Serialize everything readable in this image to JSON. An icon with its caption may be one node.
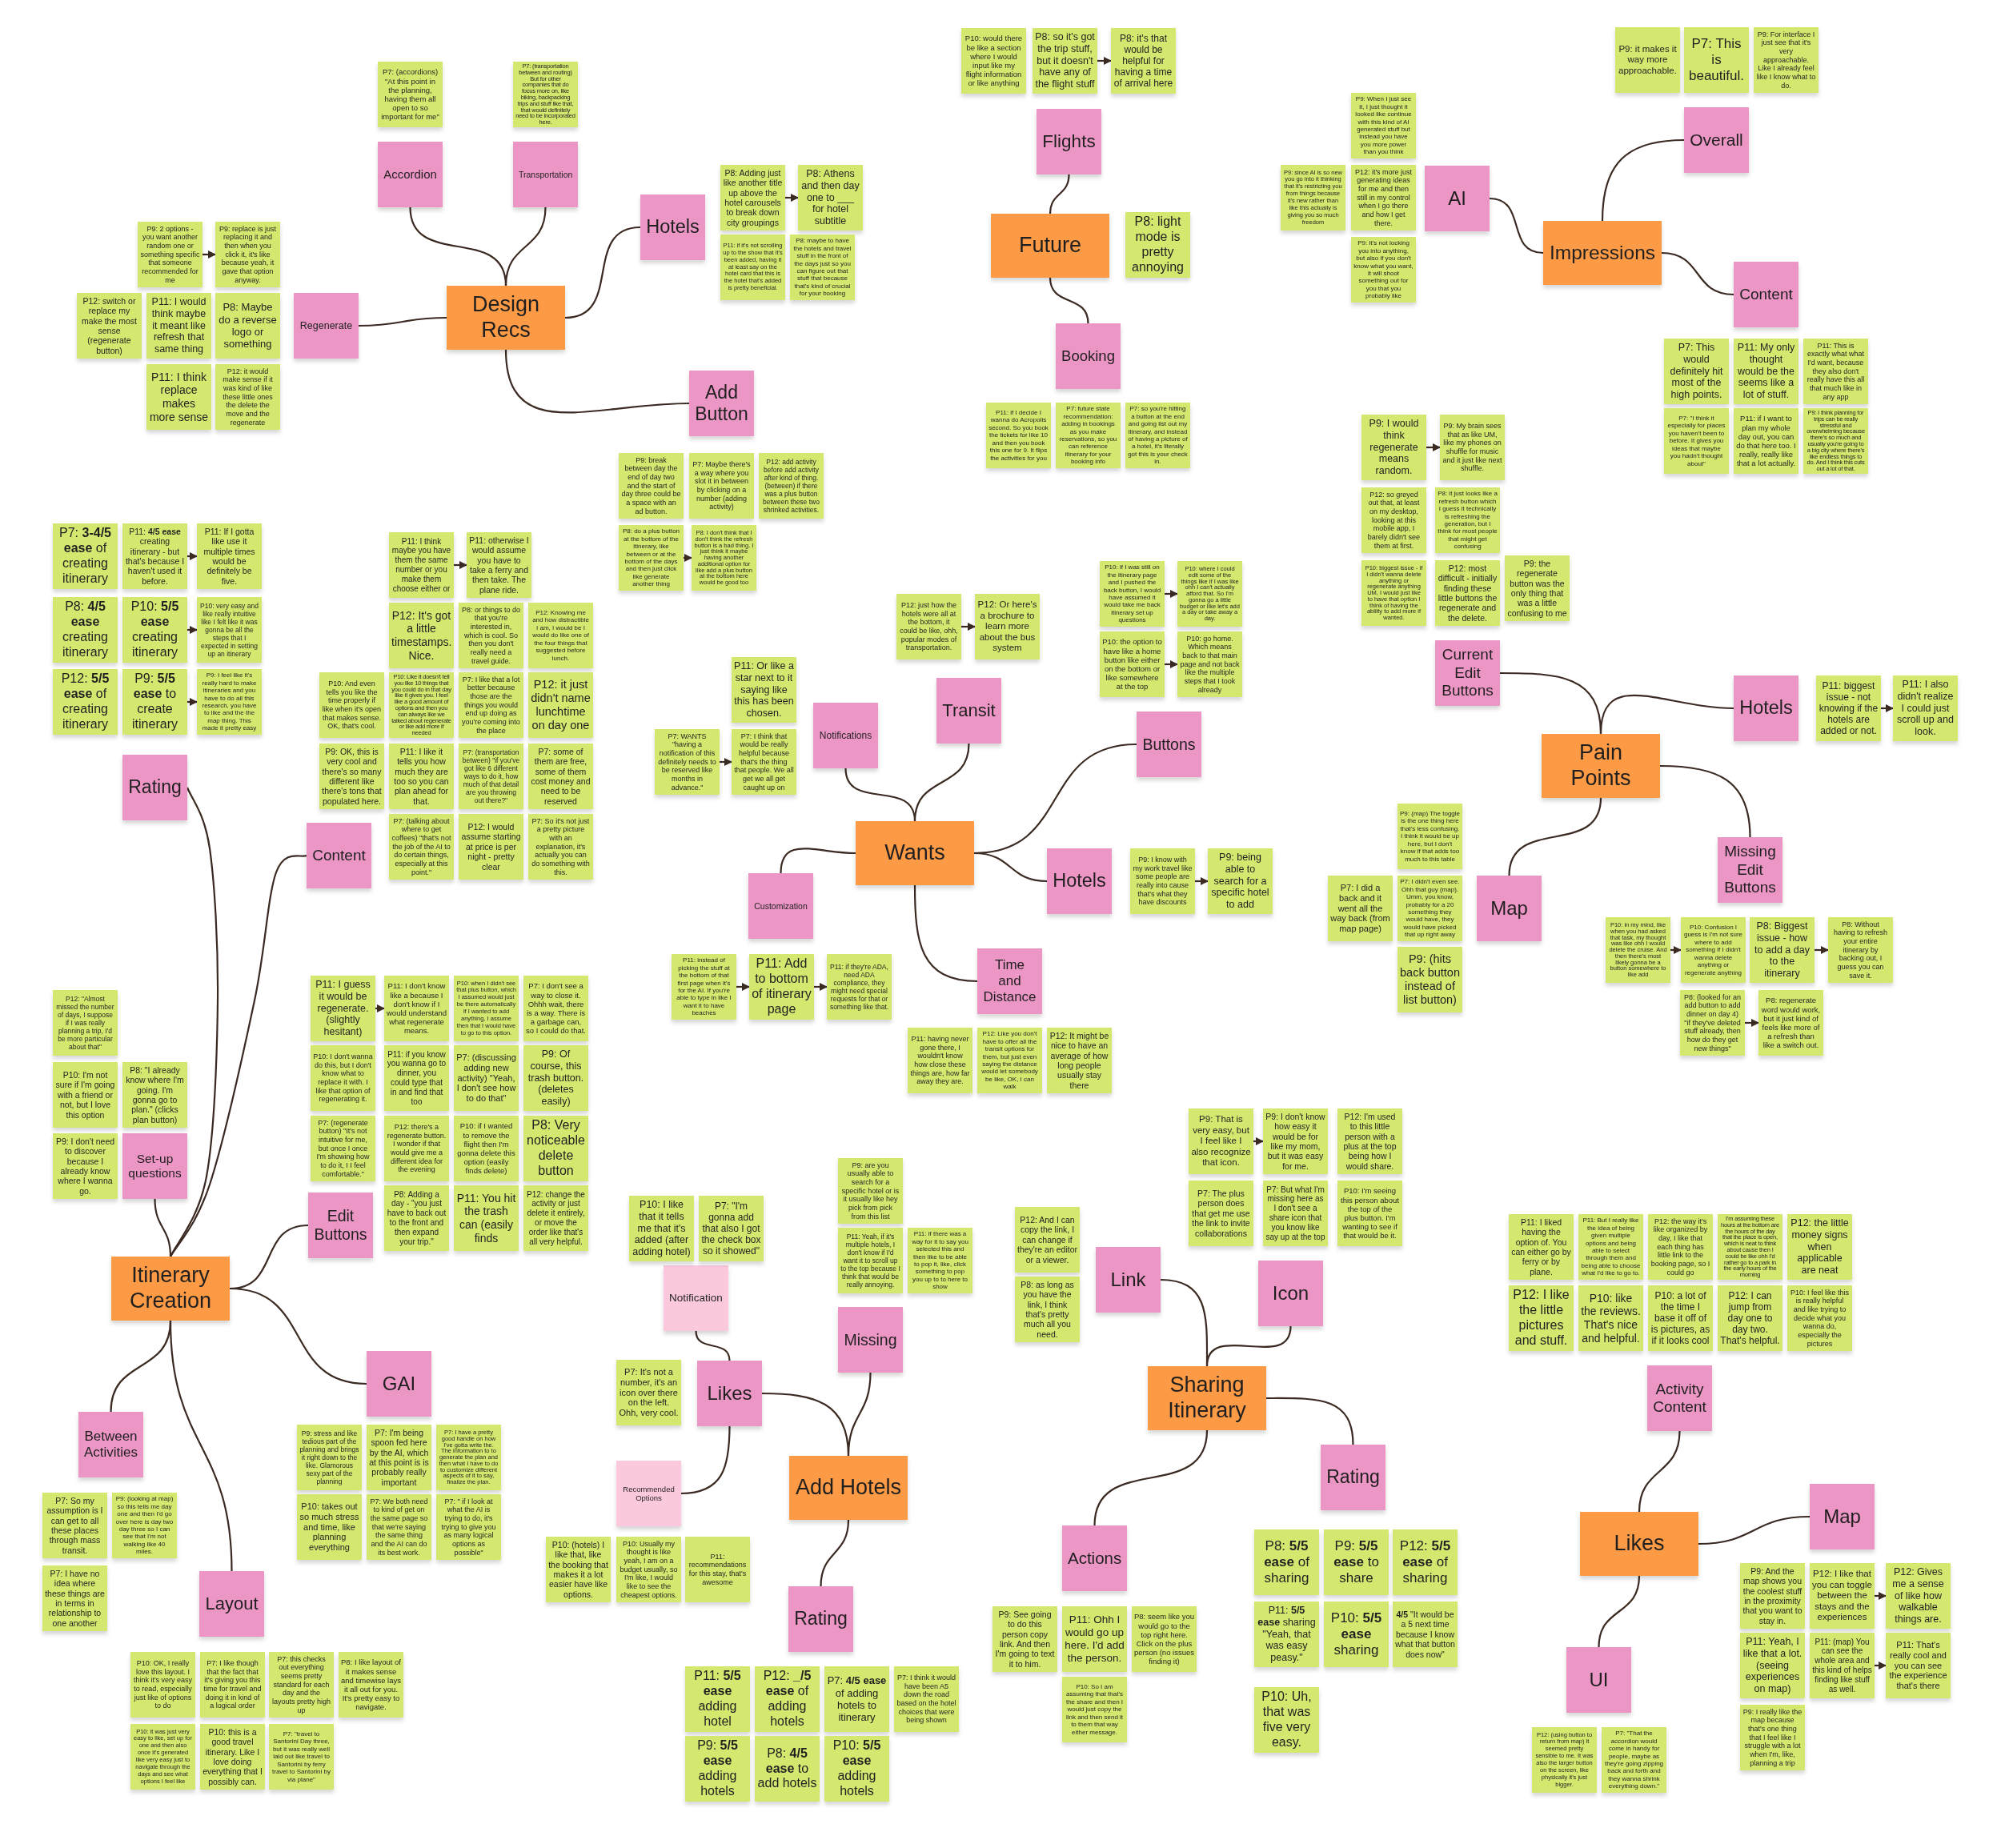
{
  "diagram": {
    "nodes": [
      {
        "text": [
          "Design Recs"
        ]
      },
      {
        "text": [
          "Accordion"
        ]
      },
      {
        "text": [
          "P7: (accordions) \"At this point in the planning, having them all open to so important for me\""
        ]
      },
      {
        "text": [
          "Transportation"
        ]
      },
      {
        "text": [
          "P7: (transportation between and routing) But for other companies that do focus more on, like biking, backpacking trips and stuff like that, that would definitely need to be incorporated here."
        ]
      },
      {
        "text": [
          "Hotels"
        ]
      },
      {
        "text": [
          "P8: Adding just like another title up above the hotel carousels to break down city groupings"
        ]
      },
      {
        "text": [
          "P8: Athens and then day one to ___ for hotel subtitle"
        ]
      },
      {
        "text": [
          "P11: if it's not scrolling up to the show that it's been added, having it at least say on the hotel card that this is the hotel that's added is pretty beneficial."
        ]
      },
      {
        "text": [
          "P8: maybe to have the hotels and travel stuff in the front of the days just so you can figure out that stuff that because that's kind of crucial for your booking"
        ]
      },
      {
        "text": [
          "Regenerate"
        ]
      },
      {
        "text": [
          "P9: 2 options - you want another random one or something specific that someone recommended for me"
        ]
      },
      {
        "text": [
          "P9: replace is just replacing it and then when you click it, it's like because yeah, it gave that option anyway."
        ]
      },
      {
        "text": [
          "P12: switch or replace my make the most sense (regenerate button)"
        ]
      },
      {
        "text": [
          "P11: I would think maybe it meant like refresh that same thing"
        ]
      },
      {
        "text": [
          "P8: Maybe do a reverse logo or something"
        ]
      },
      {
        "text": [
          "P11: I think replace makes more sense"
        ]
      },
      {
        "text": [
          "P12: it would make sense if it was kind of like these little ones the delete the move and the regenerate"
        ]
      },
      {
        "text": [
          "Add Button"
        ]
      },
      {
        "text": [
          "P9: break between day the end of day two and the start of day three could be a space with an ad button."
        ]
      },
      {
        "text": [
          "P7: Maybe there's a way where you slot it in between by clicking on a number (adding activity)"
        ]
      },
      {
        "text": [
          "P12: add activity before add activity after kind of thing. (between) if there was a plus button between these two shrinked activities."
        ]
      },
      {
        "text": [
          "P8: do a plus button at the bottom of the itinerary, like between or at the bottom of the days and then just click like generate another thing"
        ]
      },
      {
        "text": [
          "P8: I don't think that I don't think the refresh button is a bad thing. I just think it maybe having another additional option for like add a plus button at the bottom here would be good too"
        ]
      },
      {
        "text": [
          "Future"
        ]
      },
      {
        "text": [
          "P8: light mode is pretty annoying"
        ]
      },
      {
        "text": [
          "Flights"
        ]
      },
      {
        "text": [
          "P10: would there be like a section where I would input like my flight information or like anything"
        ]
      },
      {
        "text": [
          "P8: so it's got the trip stuff, but it doesn't have any of the flight stuff"
        ]
      },
      {
        "text": [
          "P8: it's that would be helpful for having a time of arrival here"
        ]
      },
      {
        "text": [
          "Booking"
        ]
      },
      {
        "text": [
          "P11: if I decide I wanna do Acropolis second. So you book the tickets for like 10 and then you book this one for 9. It flips the activities for you"
        ]
      },
      {
        "text": [
          "P7: future state recommendation: adding in bookings as you make reservations, so you can reference itinerary for your booking info"
        ]
      },
      {
        "text": [
          "P7: so you're hitting a button at the end and going list out my itinerary, and instead of having a picture of a hotel, it's literally got this is your check in."
        ]
      },
      {
        "text": [
          "Impressions"
        ]
      },
      {
        "text": [
          "Overall"
        ]
      },
      {
        "text": [
          "P9: it makes it way more approachable."
        ]
      },
      {
        "text": [
          "P7: This is beautiful."
        ]
      },
      {
        "text": [
          "P9: For interface I just see that it's very approachable. Like I already feel like I know what to do."
        ]
      },
      {
        "text": [
          "AI"
        ]
      },
      {
        "text": [
          "P9: since AI is so new you go into it thinking that it's restricting you from things because it's new rather than like this actually is giving you so much freedom"
        ]
      },
      {
        "text": [
          "P9: When I just see it, I just thought it looked like continue with this kind of AI generated stuff but instead you have you more power than you think"
        ]
      },
      {
        "text": [
          "P12: it's more just generating ideas for me and then still in my control when I go there and how I get there."
        ]
      },
      {
        "text": [
          "P9: It's not locking you into anything, but also if you don't know what you want, it will shoot something out for you that you probably like"
        ]
      },
      {
        "text": [
          "Content"
        ]
      },
      {
        "text": [
          "P7: This would definitely hit most of the high points."
        ]
      },
      {
        "text": [
          "P11: My only thought would be the seems like a lot of stuff."
        ]
      },
      {
        "text": [
          "P11: This is exactly what what I'd want, because they also don't really have this all that much like in any app"
        ]
      },
      {
        "text": [
          "P7: \"I think it especially for places you haven't been to before. It gives you ideas that maybe you hadn't thought about\""
        ]
      },
      {
        "text": [
          "P11: if I want to plan my whole day out, you can do that here too. I really, really like that a lot actually."
        ]
      },
      {
        "text": [
          "P9: I think planning for trips can be really stressful and overwhelming because there's so much and usually you're going to a big city where there's like endless things to do. And I think this cuts out a lot of that."
        ]
      },
      {
        "text": [
          "Itinerary Creation"
        ]
      },
      {
        "text": [
          "Rating"
        ]
      },
      {
        "text": [
          "P7: **3-4/5 ease** of creating itinerary"
        ]
      },
      {
        "text": [
          "P11: **4/5 ease** creating itinerary - but that's because I haven't used it before."
        ]
      },
      {
        "text": [
          "P11: If I gotta like use it multiple times would be definitely be five."
        ]
      },
      {
        "text": [
          "P8: **4/5 ease** creating itinerary"
        ]
      },
      {
        "text": [
          "P10: **5/5 ease** creating itinerary"
        ]
      },
      {
        "text": [
          "P10: very easy and like really intuitive like I felt like it was gonna be all the steps that I expected in setting up an itinerary"
        ]
      },
      {
        "text": [
          "P12: **5/5 ease** of creating itinerary"
        ]
      },
      {
        "text": [
          "P9: **5/5 ease** to create itinerary"
        ]
      },
      {
        "text": [
          "P9: I feel like it's really hard to make itineraries and you have to do all this research, you have to like and the the map thing. This made it pretty easy"
        ]
      },
      {
        "text": [
          "Content"
        ]
      },
      {
        "text": [
          "P11: I think maybe you have them the same number or you make them choose either or"
        ]
      },
      {
        "text": [
          "P11: otherwise I would assume you have to take a ferry and then take. The plane ride."
        ]
      },
      {
        "text": [
          "P12: It's got a little timestamps. Nice."
        ]
      },
      {
        "text": [
          "P8: or things to do that you're interested in, which is cool. So then you don't really need a travel guide."
        ]
      },
      {
        "text": [
          "P12: Knowing me and how distractible I am, I would be I would do like one of the four things that suggested before lunch."
        ]
      },
      {
        "text": [
          "P10: And even tells you like the time properly if like when it's open that makes sense. OK, that's cool."
        ]
      },
      {
        "text": [
          "P10: Like it doesn't tell you like 10 things that you could do in that day like it gives you. I feel like a good amount of options and then you can always like we talked about regenerate or like add more if needed"
        ]
      },
      {
        "text": [
          "P7: I like that a lot better because those are the things you would end up doing as you're coming into the place"
        ]
      },
      {
        "text": [
          "P12: it just didn't name lunchtime on day one"
        ]
      },
      {
        "text": [
          "P9: OK, this is very cool and there's so many different like there's tons that populated here."
        ]
      },
      {
        "text": [
          "P11: I like it tells you how much they are too so you can plan ahead for that."
        ]
      },
      {
        "text": [
          "P7: (transportation between) \"if you've got like 6 different ways to do it, how much of that detail are you throwing out there?\""
        ]
      },
      {
        "text": [
          "P7: some of them are free, some of them cost money and need to be reserved"
        ]
      },
      {
        "text": [
          "P7: (talking about where to get coffees) \"that's not the job of the AI to do certain things, especially at this point.\""
        ]
      },
      {
        "text": [
          "P12: I would assume starting at price is per night - pretty clear"
        ]
      },
      {
        "text": [
          "P7: So it's not just a pretty picture with an explanation, it's actually you can do something with this."
        ]
      },
      {
        "text": [
          "Set-up questions"
        ]
      },
      {
        "text": [
          "P12: \"Almost missed the number of days, I suppose if I was really planning a trip, I'd be more particular about that\""
        ]
      },
      {
        "text": [
          "P10: I'm not sure if I'm going with a friend or not, but I love this option"
        ]
      },
      {
        "text": [
          "P8: \"I already know where I'm going. I'm gonna go to plan.\" (clicks plan button)"
        ]
      },
      {
        "text": [
          "P9: I don't need to discover because I already know where I wanna go."
        ]
      },
      {
        "text": [
          "Edit Buttons"
        ]
      },
      {
        "text": [
          "P11: I guess it would be regenerate. (slightly hesitant)"
        ]
      },
      {
        "text": [
          "P11: I don't know like a because I don't know if I would understand what regenerate means."
        ]
      },
      {
        "text": [
          "P10: when I didn't see that plus button, which I assumed would just be there automatically if I wanted to add anything, I assume then that I would have to go to this option."
        ]
      },
      {
        "text": [
          "P7: I don't see a way to close it. Ohhh wait, there is a way. There is a garbage can, so I could do that."
        ]
      },
      {
        "text": [
          "P10: I don't wanna do this, but I don't know what to replace it with. I like that option of regenerating it."
        ]
      },
      {
        "text": [
          "P11: if you know you wanna go to dinner, you could type that in and find that too"
        ]
      },
      {
        "text": [
          "P7: (discussing adding new activity) \"Yeah, I don't see how to do that\""
        ]
      },
      {
        "text": [
          "P9: Of course, this trash button. (deletes easily)"
        ]
      },
      {
        "text": [
          "P7: (regenerate button) \"It's not intuitive for me, but once I once I'm showing how to do it, I I feel comfortable.\""
        ]
      },
      {
        "text": [
          "P12: there's a regenerate button. I wonder if that would give me a different idea for the evening"
        ]
      },
      {
        "text": [
          "P10: if I wanted to remove the flight then I'm gonna delete this option (easily finds delete)"
        ]
      },
      {
        "text": [
          "P8: Very noticeable delete button"
        ]
      },
      {
        "text": [
          "P8: Adding a day - \"you just have to back out to the front and then expand your trip.\""
        ]
      },
      {
        "text": [
          "P11: You hit the trash can (easily finds"
        ]
      },
      {
        "text": [
          "P12: change the activity or just delete it entirely, or move the order like that's all very helpful."
        ]
      },
      {
        "text": [
          "GAI"
        ]
      },
      {
        "text": [
          "P9: stress and like tedious part of the planning and brings it right down to the like. Glamorous sexy part of the planning"
        ]
      },
      {
        "text": [
          "P7: I'm being spoon fed here by the AI, which at this point is is probably really important"
        ]
      },
      {
        "text": [
          "P7: I have a pretty good handle on how I've gotta write the. The information to to generate the plan and then what I have to do to customize different aspects of it to say, finalize the plan."
        ]
      },
      {
        "text": [
          "P10: takes out so much stress and time, like planning everything"
        ]
      },
      {
        "text": [
          "P7: We both need to kind of get on the same page so that we're saying the same thing and the AI can do its best work."
        ]
      },
      {
        "text": [
          "P7: \" if I look at what the AI is trying to do, it's trying to give you as many logical options as possible\""
        ]
      },
      {
        "text": [
          "Between Activities"
        ]
      },
      {
        "text": [
          "P7: So my assumption is I can get to all these places through mass transit."
        ]
      },
      {
        "text": [
          "P9: (looking at map) so this tells me day one and then I'd go over here is day two day three so I can see that I'm not walking like 40 miles."
        ]
      },
      {
        "text": [
          "P7: I have no idea where these things are in terms in relationship to one another"
        ]
      },
      {
        "text": [
          "Layout"
        ]
      },
      {
        "text": [
          "P10: OK, I really love this layout. I think it's very easy to read, especially just like of options to do"
        ]
      },
      {
        "text": [
          "P7: I like though that the fact that it's giving you this time for travel and doing it in kind of a logical order"
        ]
      },
      {
        "text": [
          "P7: this checks out everything seems pretty standard for each day and the layouts pretty high up"
        ]
      },
      {
        "text": [
          "P8: I like layout of it makes sense and timewise lays it all out for you. It's pretty easy to navigate."
        ]
      },
      {
        "text": [
          "P10: it was just very easy to like, set up for one and then also once it's generated like very easy just to navigate through the days and see what options I feel like"
        ]
      },
      {
        "text": [
          "P10: this is a good travel itinerary. Like I love doing everything that I possibly can."
        ]
      },
      {
        "text": [
          "P7: \"travel to Santorini Day three, but it was really well laid out like travel to Santorini by ferry travel to Santorini by via plane\""
        ]
      },
      {
        "text": [
          "Wants"
        ]
      },
      {
        "text": [
          "Notifications"
        ]
      },
      {
        "text": [
          "P11: Or like a star next to it saying like this has been chosen."
        ]
      },
      {
        "text": [
          "P7: WANTS \"having a notification of this definitely needs to be reserved like months in advance.\""
        ]
      },
      {
        "text": [
          "P7: I think that would be really helpful because that's the thing that people. We all get we all get caught up on"
        ]
      },
      {
        "text": [
          "Transit"
        ]
      },
      {
        "text": [
          "P12: just how the hotels were all at the bottom, it could be like, ohh, popular modes of transportation."
        ]
      },
      {
        "text": [
          "P12: Or here's a brochure to learn more about the bus system"
        ]
      },
      {
        "text": [
          "Buttons"
        ]
      },
      {
        "text": [
          "P10: if I was still on the itinerary page and I pushed the back button, I would have assumed it would take me back itinerary set up questions"
        ]
      },
      {
        "text": [
          "P10: where I could edit some of the things like if I was like ohh I can't actually afford that. So I'm gonna go a little budget or like let's add a day or take away a day."
        ]
      },
      {
        "text": [
          "P10: the option to have like a home button like either on the bottom or like somewhere at the top"
        ]
      },
      {
        "text": [
          "P10: go home. Which means back to that main page and not back like the multiple steps that I took already"
        ]
      },
      {
        "text": [
          "Hotels"
        ]
      },
      {
        "text": [
          "P9: I know with my work travel like some people are really into cause that's what they have discounts"
        ]
      },
      {
        "text": [
          "P9: being able to search for a specific hotel to add"
        ]
      },
      {
        "text": [
          "Customization"
        ]
      },
      {
        "text": [
          "P11: instead of picking the stuff at the bottom of that first page when it's for the AI. If you're able to type in like I want it to have beaches"
        ]
      },
      {
        "text": [
          "P11: Add to bottom of itinerary page"
        ]
      },
      {
        "text": [
          "P11: if they're ADA, need ADA compliance, they might need special requests for that or something like that."
        ]
      },
      {
        "text": [
          "Time and Distance"
        ]
      },
      {
        "text": [
          "P11: having never gone there, I wouldn't know how close these things are, how far away they are."
        ]
      },
      {
        "text": [
          "P12: Like you don't have to offer all the transit options for them, but just even saying the distance would let somebody be like, OK, I can walk"
        ]
      },
      {
        "text": [
          "P12: It might be nice to have an average of how long people usually stay there"
        ]
      },
      {
        "text": [
          "Pain Points"
        ]
      },
      {
        "text": [
          "Current Edit Buttons"
        ]
      },
      {
        "text": [
          "P9: I would think regenerate means random."
        ]
      },
      {
        "text": [
          "P9: My brain sees that as like UM, like my phones on shuffle for music and it just like next shuffle."
        ]
      },
      {
        "text": [
          "P12: so greyed out that, at least on my desktop, looking at this mobile app, I barely didn't see them at first."
        ]
      },
      {
        "text": [
          "P8: it just looks like a refresh button which I guess it technically is refreshing the generation, but I think for most people that might get confusing"
        ]
      },
      {
        "text": [
          "P10: biggest issue - if I didn't wanna delete anything or regenerate anything UM, I would just like to have that option I think of having the ability to add more if wanted."
        ]
      },
      {
        "text": [
          "P12: most difficult - initially finding these little buttons the regenerate and the delete."
        ]
      },
      {
        "text": [
          "P9: the regenerate button was the only thing that was a little confusing to me"
        ]
      },
      {
        "text": [
          "Hotels"
        ]
      },
      {
        "text": [
          "P11: biggest issue - not knowing if the hotels are added or not."
        ]
      },
      {
        "text": [
          "P11: I also didn't realize I could just scroll up and look."
        ]
      },
      {
        "text": [
          "Map"
        ]
      },
      {
        "text": [
          "P9: (map) The toggle is the one thing here that's less confusing. I think it would be up here, but I don't know if that adds too much to this table"
        ]
      },
      {
        "text": [
          "P7: I did a back and it went all the way back (from map page)"
        ]
      },
      {
        "text": [
          "P7: I didn't even see. Ohh that guy (map). Umm, you know, probably for a 20 something they would have, they would have picked that up right away"
        ]
      },
      {
        "text": [
          "P9: (hits back button instead of list button)"
        ]
      },
      {
        "text": [
          "Missing Edit Buttons"
        ]
      },
      {
        "text": [
          "P10: in my mind, like when you had asked that task, my thought was like ohh I would delete the cruise. And then there's most likely gonna be a button somewhere to like add"
        ]
      },
      {
        "text": [
          "P10: Confusion I guess is I'm not sure where to add something if I didn't wanna delete anything or regenerate anything"
        ]
      },
      {
        "text": [
          "P8: Biggest issue - how to add a day to the itinerary"
        ]
      },
      {
        "text": [
          "P8: Without having to refresh your entire itinerary by backing out, I guess you can save it."
        ]
      },
      {
        "text": [
          "P8: (looked for an add button to add dinner on day 4) \"if they've deleted stuff already, then how do they get new things\""
        ]
      },
      {
        "text": [
          "P8: regenerate word would work, but it just kind of feels like more of a refresh than like a switch out."
        ]
      },
      {
        "text": [
          "Add Hotels"
        ]
      },
      {
        "text": [
          "Likes"
        ]
      },
      {
        "text": [
          "Notification"
        ]
      },
      {
        "text": [
          "P10: I like that it tells me that it's added (after adding hotel)"
        ]
      },
      {
        "text": [
          "P7: \"I'm gonna add that also I got the check box so it showed\""
        ]
      },
      {
        "text": [
          "P7: It's not a number, it's an icon over there on the left. Ohh, very cool."
        ]
      },
      {
        "text": [
          "Recommended Options"
        ]
      },
      {
        "text": [
          "P10: (hotels) I like that, like the booking that makes it a lot easier have like options."
        ]
      },
      {
        "text": [
          "P10: Usually my thought is like yeah, I am on a budget usually, so I'm like, I would like to see the cheapest options."
        ]
      },
      {
        "text": [
          "P11: recommendations for this stay, that's awesome"
        ]
      },
      {
        "text": [
          "Missing"
        ]
      },
      {
        "text": [
          "P9: are you usually able to search for a specific hotel or is it usually like hey pick from pick from this list"
        ]
      },
      {
        "text": [
          "P11: Yeah, if it's multiple hotels, I don't know if I'd want it to scroll up to the top because I think that would be really annoying."
        ]
      },
      {
        "text": [
          "P11: if there was a way for it to say you selected this and then like to be able to pop it, like, click something to pop you up to to here to show"
        ]
      },
      {
        "text": [
          "Rating"
        ]
      },
      {
        "text": [
          "P11: **5/5 ease** adding hotel"
        ]
      },
      {
        "text": [
          "P12: **_/5 ease** of adding hotels"
        ]
      },
      {
        "text": [
          "P7: **4/5 ease** of adding hotels to itinerary"
        ]
      },
      {
        "text": [
          "P7: I think it would have been A5 down the road based on the hotel choices that were being shown"
        ]
      },
      {
        "text": [
          "P9: **5/5 ease** adding hotels"
        ]
      },
      {
        "text": [
          "P8: **4/5 ease** to add hotels"
        ]
      },
      {
        "text": [
          "P10: **5/5 ease** adding hotels"
        ]
      },
      {
        "text": [
          "Sharing Itinerary"
        ]
      },
      {
        "text": [
          "Link"
        ]
      },
      {
        "text": [
          "P12: And I can copy the link, I can change if they're an editor or a viewer."
        ]
      },
      {
        "text": [
          "P8: as long as you have the link, I think that's pretty much all you need."
        ]
      },
      {
        "text": [
          "Icon"
        ]
      },
      {
        "text": [
          "P9: That is very easy, but I feel like I also recognize that icon."
        ]
      },
      {
        "text": [
          "P9: I don't know how easy it would be for like my mom, but it was easy for me."
        ]
      },
      {
        "text": [
          "P12: I'm used to this little person with a plus at the top being how I would share."
        ]
      },
      {
        "text": [
          "P7: The plus person does that get me use the link to invite collaborations"
        ]
      },
      {
        "text": [
          "P7: But what I'm missing here as I don't see a share icon that you know like say up at the top"
        ]
      },
      {
        "text": [
          "P10: I'm seeing this person about the top of the plus button. I'm wanting to see if that would be it."
        ]
      },
      {
        "text": [
          "Actions"
        ]
      },
      {
        "text": [
          "P9: See going to do this person copy link. And then I'm going to text it to him."
        ]
      },
      {
        "text": [
          "P11: Ohh I would go up here. I'd add the person."
        ]
      },
      {
        "text": [
          "P8: seem like you would go to the top right here. Click on the plus person (no issues finding it)"
        ]
      },
      {
        "text": [
          "P10: So I am assuming that that's the share and then I would just copy the link and then send it to them that way either message."
        ]
      },
      {
        "text": [
          "Rating"
        ]
      },
      {
        "text": [
          "P8: **5/5 ease** of sharing"
        ]
      },
      {
        "text": [
          "P9: **5/5 ease** to share"
        ]
      },
      {
        "text": [
          "P12: **5/5 ease** of sharing"
        ]
      },
      {
        "text": [
          "P11: **5/5 ease** sharing \"Yeah, that was easy peasy.\""
        ]
      },
      {
        "text": [
          "P10: **5/5 ease** sharing"
        ]
      },
      {
        "text": [
          "**4/5** \"It would be a 5 next time because I know what that button does now\""
        ]
      },
      {
        "text": [
          "P10: Uh, that was five very easy."
        ]
      },
      {
        "text": [
          "Likes"
        ]
      },
      {
        "text": [
          "Activity Content"
        ]
      },
      {
        "text": [
          "P11: I liked having the option of. You can either go by ferry or by plane."
        ]
      },
      {
        "text": [
          "P11: But I really like the idea of being given multiple options and being able to select through them and being able to choose what I'd like to go to."
        ]
      },
      {
        "text": [
          "P12: the way it's like organized by day, I like that each thing has little link to the booking page, so I could go"
        ]
      },
      {
        "text": [
          "I'm assuming these hours at the bottom are the hours of the day that the place is open, which is neat to think about cause then I could be like ohh I'd rather go to a park in the early hours of the morning"
        ]
      },
      {
        "text": [
          "P12: the little money signs when applicable are neat"
        ]
      },
      {
        "text": [
          "P12: I like the little pictures and stuff."
        ]
      },
      {
        "text": [
          "P10: like the reviews. That's nice and helpful."
        ]
      },
      {
        "text": [
          "P10: a lot of the time I base it off of is pictures, as if it looks cool"
        ]
      },
      {
        "text": [
          "P12: I can jump from day one to day two. That's helpful."
        ]
      },
      {
        "text": [
          "P10: I feel like this is really helpful and like trying to decide what you wanna do, especially the pictures"
        ]
      },
      {
        "text": [
          "Map"
        ]
      },
      {
        "text": [
          "P9: And the map shows you the coolest stuff in the proximity that you want to stay in."
        ]
      },
      {
        "text": [
          "P12: I like that you can toggle between the stays and the experiences"
        ]
      },
      {
        "text": [
          "P12: Gives me a sense of like how walkable things are."
        ]
      },
      {
        "text": [
          "P11: Yeah, I like that a lot. (seeing experiences on map)"
        ]
      },
      {
        "text": [
          "P11: (map) You can see the whole area and this kind of helps finding like stuff as well."
        ]
      },
      {
        "text": [
          "P11: That's really cool and you can see the experience that's there"
        ]
      },
      {
        "text": [
          "P9: I really like the map because that's one thing that I feel like I struggle with a lot when I'm, like, planning a trip"
        ]
      },
      {
        "text": [
          "UI"
        ]
      },
      {
        "text": [
          "P12: (using button to return from map) it seemed pretty sensible to me. It was also the larger button on the screen, like physically it's just bigger."
        ]
      },
      {
        "text": [
          "P7: \"That the accordion would come in handy for people, maybe as they're going zipping back and forth and they wanna shrink everything down.\""
        ]
      }
    ],
    "edges": [
      {
        "from": 0,
        "to": 1,
        "arrow": "none"
      },
      {
        "from": 0,
        "to": 3,
        "arrow": "none"
      },
      {
        "from": 0,
        "to": 5,
        "arrow": "none"
      },
      {
        "from": 0,
        "to": 10,
        "arrow": "none"
      },
      {
        "from": 0,
        "to": 18,
        "arrow": "none"
      },
      {
        "from": 24,
        "to": 26,
        "arrow": "none"
      },
      {
        "from": 24,
        "to": 30,
        "arrow": "none"
      },
      {
        "from": 34,
        "to": 39,
        "arrow": "none"
      },
      {
        "from": 34,
        "to": 35,
        "arrow": "none"
      },
      {
        "from": 34,
        "to": 44,
        "arrow": "none"
      },
      {
        "from": 51,
        "to": 52,
        "arrow": "none"
      },
      {
        "from": 51,
        "to": 62,
        "arrow": "none"
      },
      {
        "from": 51,
        "to": 79,
        "arrow": "none"
      },
      {
        "from": 51,
        "to": 84,
        "arrow": "none"
      },
      {
        "from": 51,
        "to": 100,
        "arrow": "none"
      },
      {
        "from": 51,
        "to": 107,
        "arrow": "none"
      },
      {
        "from": 51,
        "to": 111,
        "arrow": "none"
      },
      {
        "from": 119,
        "to": 120,
        "arrow": "none"
      },
      {
        "from": 119,
        "to": 124,
        "arrow": "none"
      },
      {
        "from": 119,
        "to": 127,
        "arrow": "none"
      },
      {
        "from": 119,
        "to": 132,
        "arrow": "none"
      },
      {
        "from": 119,
        "to": 135,
        "arrow": "none"
      },
      {
        "from": 119,
        "to": 139,
        "arrow": "none"
      },
      {
        "from": 143,
        "to": 144,
        "arrow": "none"
      },
      {
        "from": 143,
        "to": 152,
        "arrow": "none"
      },
      {
        "from": 143,
        "to": 155,
        "arrow": "none"
      },
      {
        "from": 143,
        "to": 160,
        "arrow": "none"
      },
      {
        "from": 167,
        "to": 168,
        "arrow": "none"
      },
      {
        "from": 167,
        "to": 177,
        "arrow": "none"
      },
      {
        "from": 167,
        "to": 181,
        "arrow": "none"
      },
      {
        "from": 168,
        "to": 169,
        "arrow": "none"
      },
      {
        "from": 168,
        "to": 173,
        "arrow": "none"
      },
      {
        "from": 189,
        "to": 190,
        "arrow": "none"
      },
      {
        "from": 189,
        "to": 193,
        "arrow": "none"
      },
      {
        "from": 189,
        "to": 200,
        "arrow": "none"
      },
      {
        "from": 189,
        "to": 205,
        "arrow": "none"
      },
      {
        "from": 213,
        "to": 214,
        "arrow": "none"
      },
      {
        "from": 213,
        "to": 225,
        "arrow": "none"
      },
      {
        "from": 213,
        "to": 233,
        "arrow": "none"
      },
      {
        "from": 11,
        "to": 12,
        "arrow": "to"
      },
      {
        "from": 6,
        "to": 7,
        "arrow": "to"
      },
      {
        "from": 22,
        "to": 23,
        "arrow": "to"
      },
      {
        "from": 28,
        "to": 29,
        "arrow": "to"
      },
      {
        "from": 54,
        "to": 55,
        "arrow": "to"
      },
      {
        "from": 57,
        "to": 58,
        "arrow": "to"
      },
      {
        "from": 60,
        "to": 61,
        "arrow": "to"
      },
      {
        "from": 63,
        "to": 64,
        "arrow": "to"
      },
      {
        "from": 85,
        "to": 86,
        "arrow": "to"
      },
      {
        "from": 122,
        "to": 123,
        "arrow": "to"
      },
      {
        "from": 125,
        "to": 126,
        "arrow": "to"
      },
      {
        "from": 128,
        "to": 129,
        "arrow": "to"
      },
      {
        "from": 130,
        "to": 131,
        "arrow": "to"
      },
      {
        "from": 133,
        "to": 134,
        "arrow": "to"
      },
      {
        "from": 136,
        "to": 137,
        "arrow": "to"
      },
      {
        "from": 137,
        "to": 138,
        "arrow": "to"
      },
      {
        "from": 145,
        "to": 146,
        "arrow": "to"
      },
      {
        "from": 153,
        "to": 154,
        "arrow": "to"
      },
      {
        "from": 161,
        "to": 162,
        "arrow": "to"
      },
      {
        "from": 163,
        "to": 164,
        "arrow": "to"
      },
      {
        "from": 165,
        "to": 166,
        "arrow": "to"
      },
      {
        "from": 194,
        "to": 195,
        "arrow": "to"
      },
      {
        "from": 227,
        "to": 228,
        "arrow": "to"
      },
      {
        "from": 230,
        "to": 231,
        "arrow": "to"
      }
    ]
  }
}
